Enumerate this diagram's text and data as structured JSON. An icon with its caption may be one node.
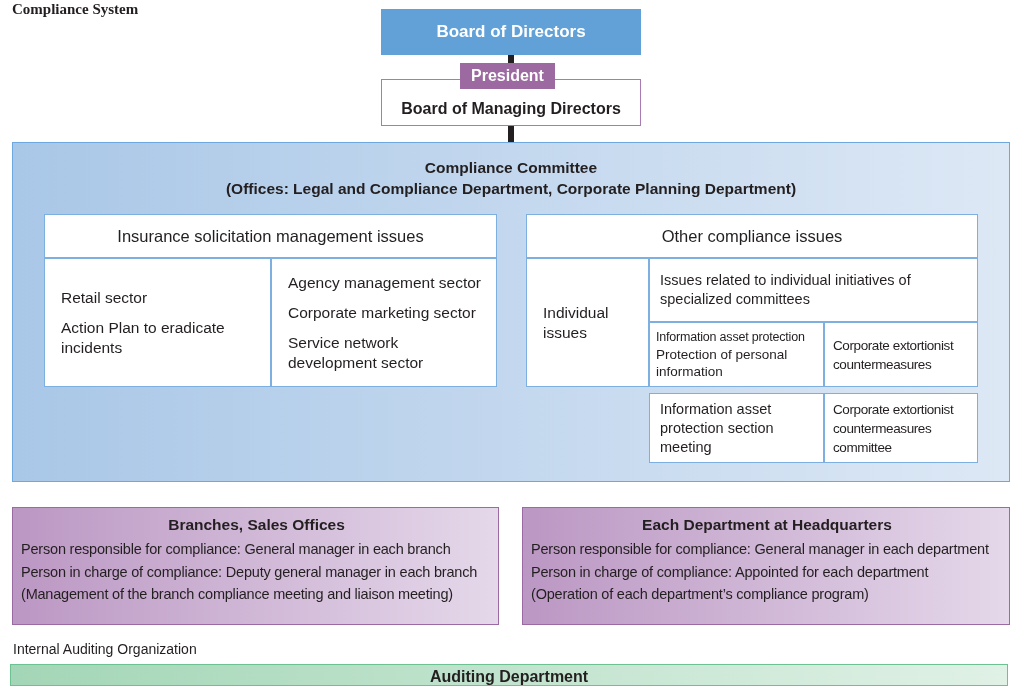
{
  "diagram": {
    "title": "Compliance System",
    "nodes": [
      {
        "text": [
          "Board of Directors"
        ]
      },
      {
        "text": [
          "President",
          "Board of Managing Directors"
        ]
      },
      {
        "text": [
          "Compliance Committee",
          "(Offices: Legal and Compliance Department, Corporate Planning Department)"
        ]
      },
      {
        "text": [
          "Insurance solicitation management issues"
        ],
        "in": 2
      },
      {
        "text": [
          "Retail sector",
          "Action Plan to eradicate incidents"
        ],
        "in": 2
      },
      {
        "text": [
          "Agency management sector",
          "Corporate marketing sector",
          "Service network development sector"
        ],
        "in": 2
      },
      {
        "text": [
          "Other compliance issues"
        ],
        "in": 2
      },
      {
        "text": [
          "Individual issues"
        ],
        "in": 2
      },
      {
        "text": [
          "Issues related to individual initiatives of specialized committees"
        ],
        "in": 2
      },
      {
        "text": [
          "Information asset protection",
          "Protection of personal information"
        ],
        "in": 2
      },
      {
        "text": [
          "Corporate extortionist countermeasures"
        ],
        "in": 2
      },
      {
        "text": [
          "Information asset protection section meeting"
        ],
        "in": 2
      },
      {
        "text": [
          "Corporate extortionist countermeasures committee"
        ],
        "in": 2
      },
      {
        "text": [
          "Branches, Sales Offices",
          "Person responsible for compliance: General manager in each branch",
          "Person in charge of compliance: Deputy general manager in each branch",
          "(Management of the branch compliance meeting and liaison meeting)"
        ]
      },
      {
        "text": [
          "Each Department at Headquarters",
          "Person responsible for compliance: General manager in each department",
          "Person in charge of compliance: Appointed for each department",
          "(Operation of each department’s compliance program)"
        ]
      },
      {
        "text": [
          "Auditing Department"
        ]
      }
    ],
    "edges": [
      {
        "from": 0,
        "to": 1,
        "arrow": "none"
      },
      {
        "from": 1,
        "to": 2,
        "arrow": "none"
      }
    ],
    "labels": [
      "Internal Auditing Organization"
    ]
  }
}
